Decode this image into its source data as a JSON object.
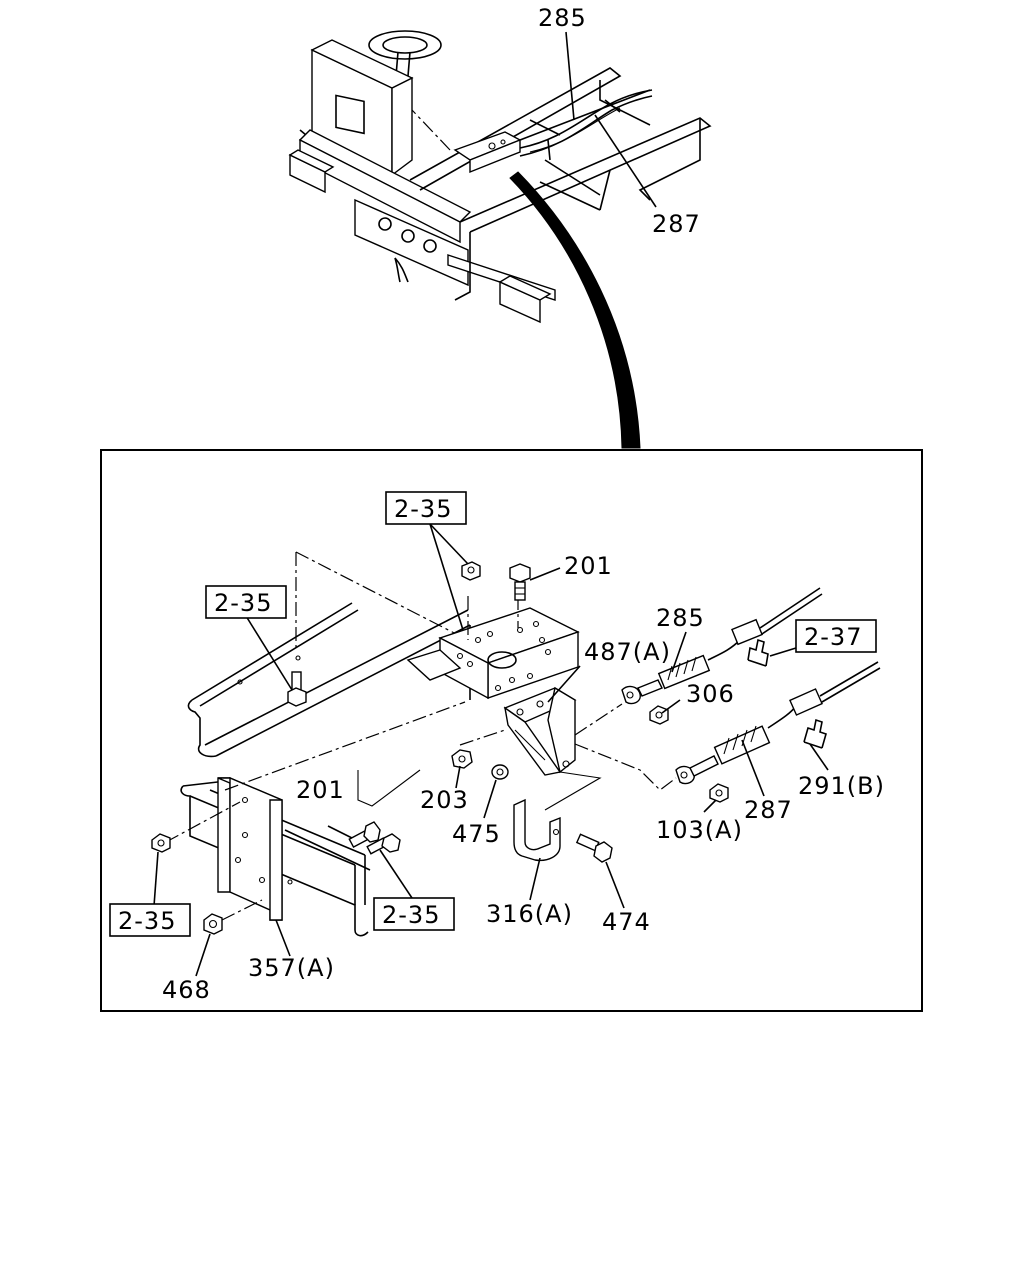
{
  "labels": {
    "overview_285": "285",
    "overview_287": "287",
    "ref_235_top": "2-35",
    "ref_235_left": "2-35",
    "ref_235_bottom_left": "2-35",
    "ref_235_bottom_mid": "2-35",
    "ref_237": "2-37",
    "part_201_top": "201",
    "part_201_mid": "201",
    "part_285": "285",
    "part_487a": "487(A)",
    "part_306": "306",
    "part_203": "203",
    "part_475": "475",
    "part_103a": "103(A)",
    "part_287": "287",
    "part_291b": "291(B)",
    "part_316a": "316(A)",
    "part_474": "474",
    "part_468": "468",
    "part_357a": "357(A)"
  }
}
